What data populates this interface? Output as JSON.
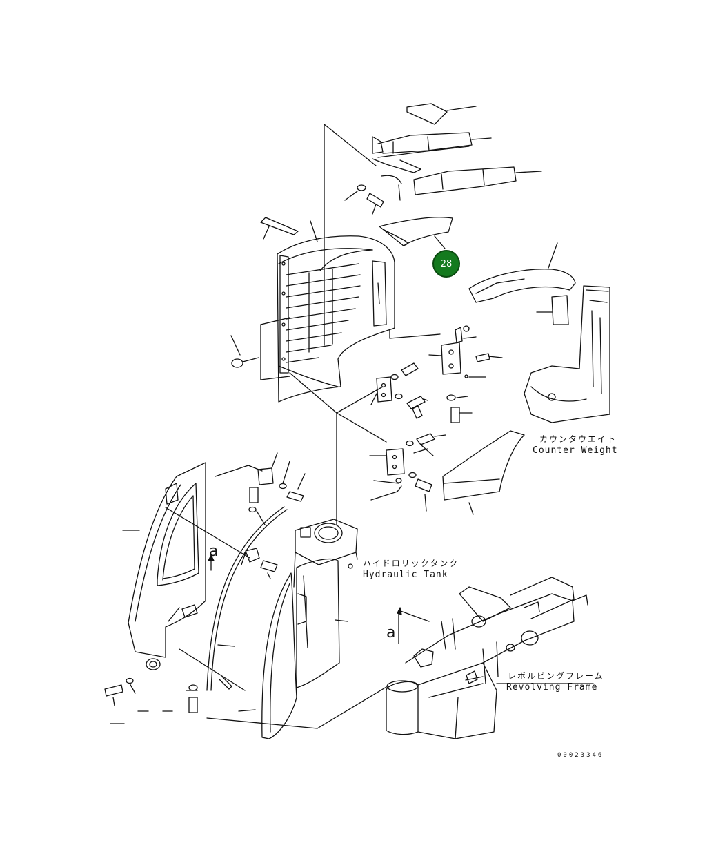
{
  "labels": {
    "counterweight_jp": "カウンタウエイト",
    "counterweight_en": "Counter Weight",
    "hydraulic_jp": "ハイドロリックタンク",
    "hydraulic_en": "Hydraulic Tank",
    "revolving_jp": "レボルビングフレーム",
    "revolving_en": "Revolving Frame",
    "view_a_1": "a",
    "view_a_2": "a"
  },
  "callout": {
    "number": "28",
    "color": "#147a1e"
  },
  "drawing_number": "00023346"
}
